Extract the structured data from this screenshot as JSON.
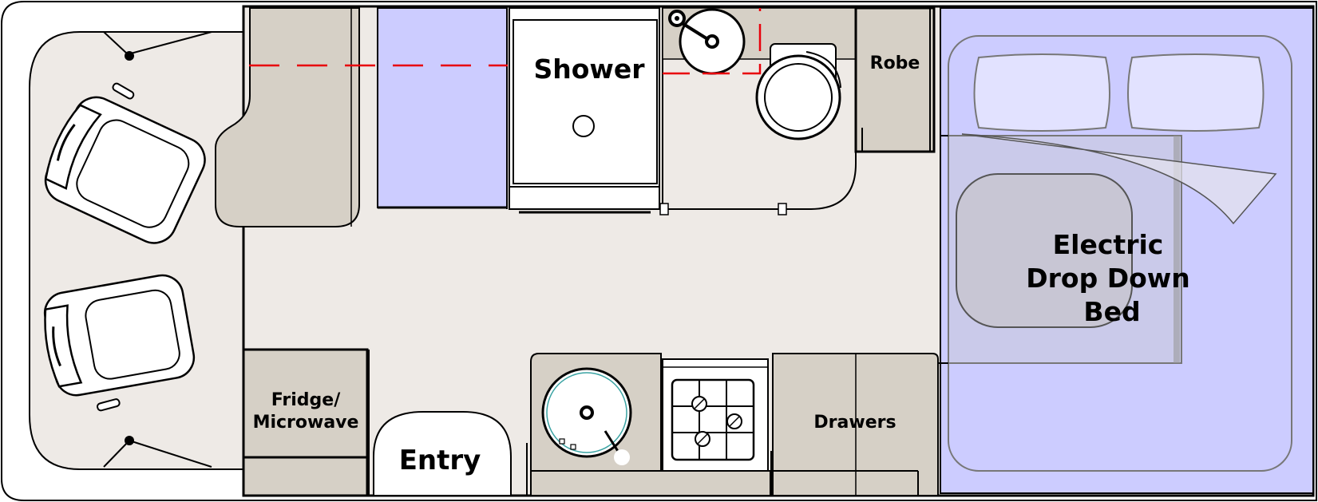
{
  "labels": {
    "shower": "Shower",
    "robe": "Robe",
    "fridge_line1": "Fridge/",
    "fridge_line2": "Microwave",
    "entry": "Entry",
    "drawers": "Drawers",
    "bed_line1": "Electric",
    "bed_line2": "Drop Down",
    "bed_line3": "Bed"
  },
  "colors": {
    "floor": "#eeeae6",
    "cabinet": "#d6d0c6",
    "bed": "#ccccff",
    "pillow": "#e2e2ff",
    "dashed": "#e8000b",
    "outline": "#000000"
  }
}
